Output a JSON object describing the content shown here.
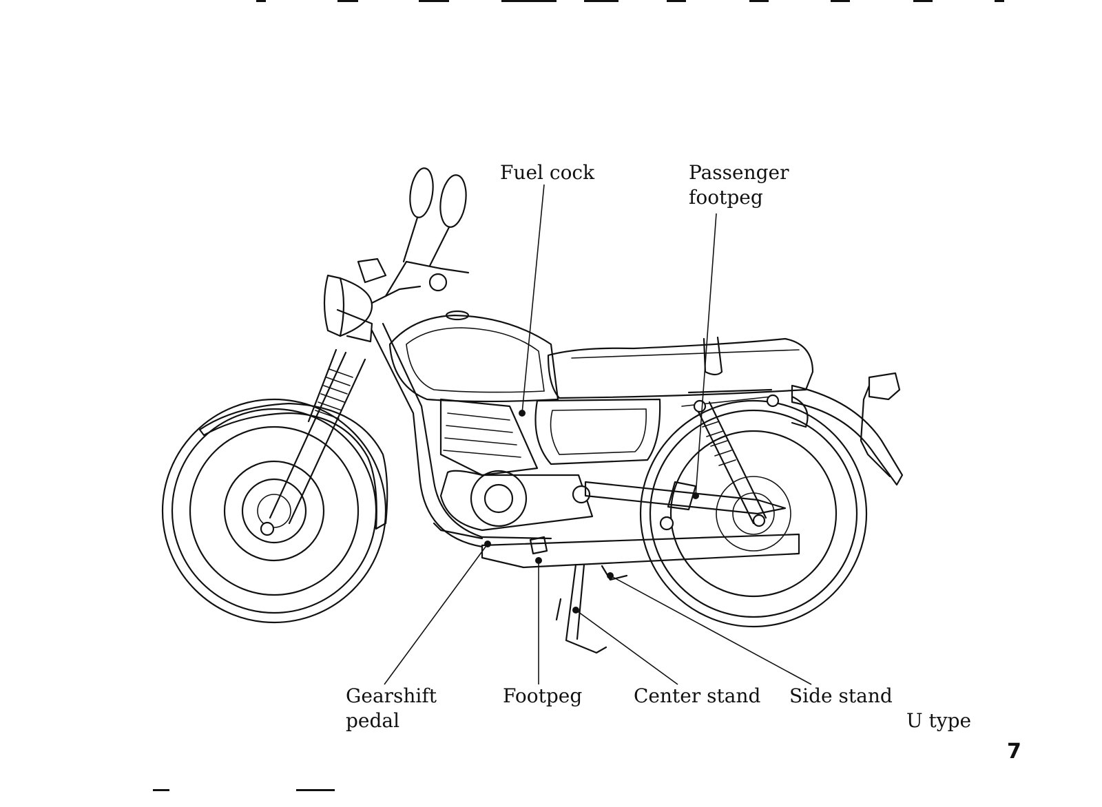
{
  "labels": {
    "fuel_cock": "Fuel cock",
    "passenger_footpeg_line1": "Passenger",
    "passenger_footpeg_line2": "footpeg",
    "gearshift_pedal_line1": "Gearshift",
    "gearshift_pedal_line2": "pedal",
    "footpeg": "Footpeg",
    "center_stand": "Center stand",
    "side_stand": "Side stand",
    "model_type": "U type"
  },
  "page_number": "7",
  "colors": {
    "ink": "#111111",
    "paper": "#ffffff"
  }
}
